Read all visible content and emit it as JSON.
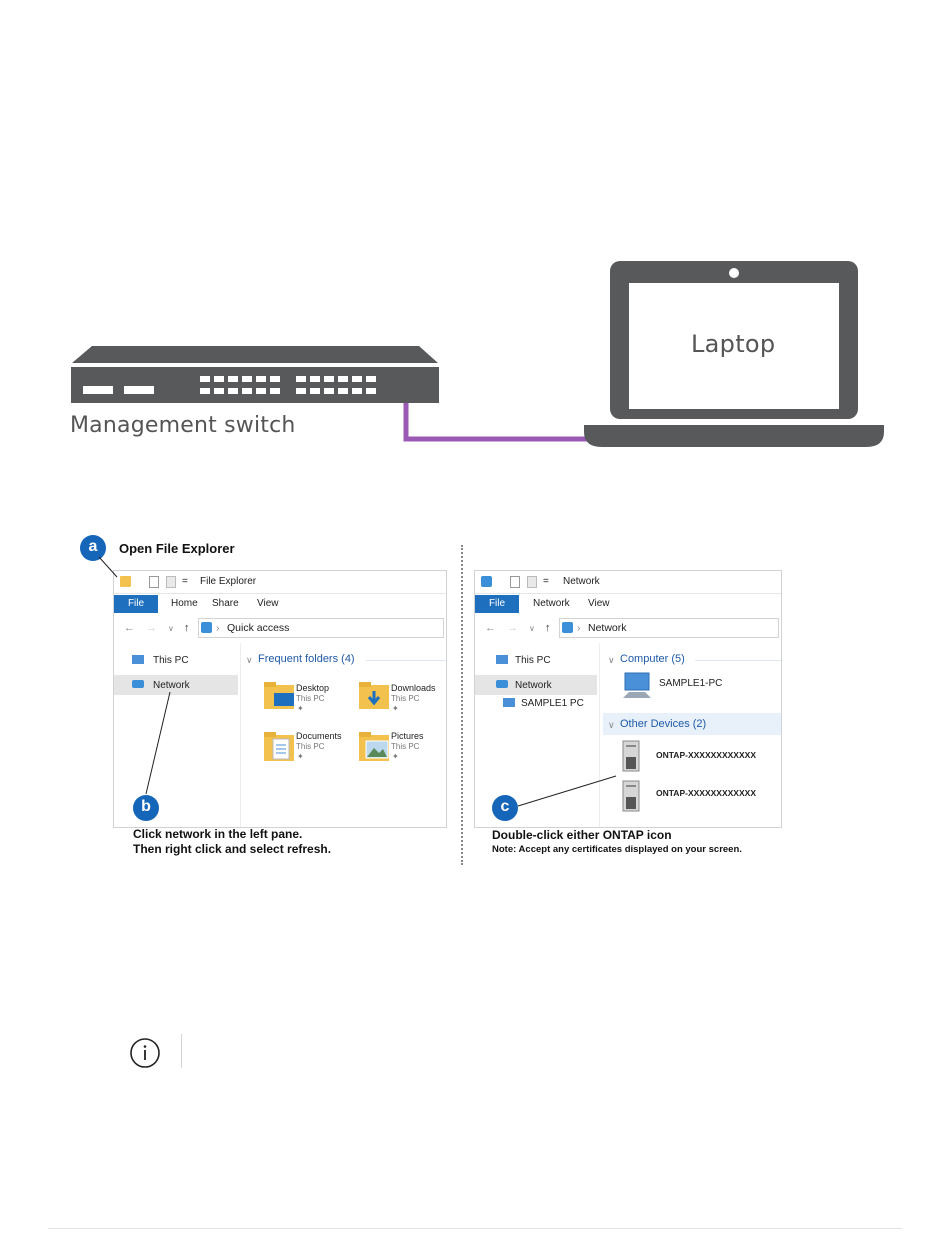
{
  "diagram": {
    "laptop_label": "Laptop",
    "switch_label": "Management switch",
    "cable_color": "#9b59b6",
    "device_color": "#58595b"
  },
  "steps": {
    "a": {
      "badge": "a",
      "text": "Open File Explorer"
    },
    "b": {
      "badge": "b",
      "line1": "Click network in the left pane.",
      "line2": "Then right click and select refresh."
    },
    "c": {
      "badge": "c",
      "text": "Double-click either ONTAP icon",
      "note": "Note: Accept any certificates displayed on your screen."
    }
  },
  "explorer_left": {
    "title": "File Explorer",
    "qa_separator": "=",
    "tabs": [
      "File",
      "Home",
      "Share",
      "View"
    ],
    "breadcrumb": "Quick access",
    "nav": [
      "This PC",
      "Network"
    ],
    "group": "Frequent folders (4)",
    "folders": [
      {
        "name": "Desktop",
        "sub": "This PC"
      },
      {
        "name": "Downloads",
        "sub": "This PC"
      },
      {
        "name": "Documents",
        "sub": "This PC"
      },
      {
        "name": "Pictures",
        "sub": "This PC"
      }
    ]
  },
  "explorer_right": {
    "title": "Network",
    "qa_separator": "=",
    "tabs": [
      "File",
      "Network",
      "View"
    ],
    "breadcrumb": "Network",
    "nav": [
      "This PC",
      "Network",
      "SAMPLE1 PC"
    ],
    "group_computer": "Computer (5)",
    "computer_name": "SAMPLE1-PC",
    "group_devices": "Other Devices (2)",
    "devices": [
      "ONTAP-XXXXXXXXXXXX",
      "ONTAP-XXXXXXXXXXXX"
    ]
  },
  "info_icon": "info-icon",
  "accent": "#1565b8"
}
